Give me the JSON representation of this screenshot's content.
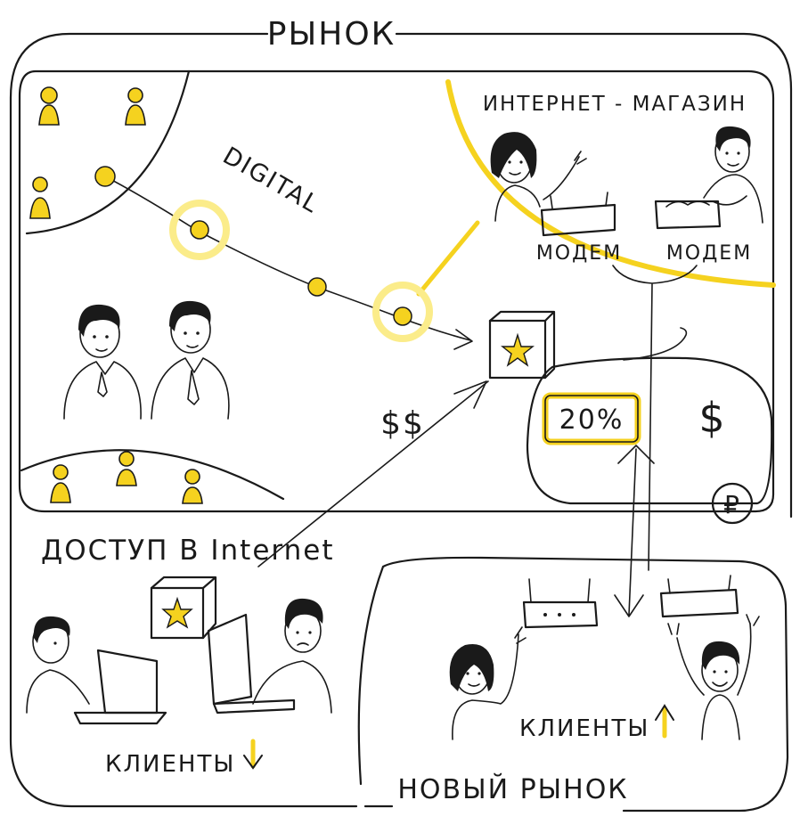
{
  "labels": {
    "market": "РЫНОК",
    "digital": "DIGITAL",
    "online_store": "ИНТЕРНЕТ - МАГАЗИН",
    "modem_left": "МОДЕМ",
    "modem_right": "МОДЕМ",
    "dollars_left": "$$",
    "percent_box": "20%",
    "dollar_right": "$",
    "ruble": "₽",
    "internet_access": "ДОСТУП В Internet",
    "clients_down": "КЛИЕНТЫ",
    "clients_up": "КЛИЕНТЫ",
    "new_market": "НОВЫЙ РЫНОК"
  },
  "colors": {
    "ink": "#1a1a1a",
    "accent": "#f5d21f",
    "accent_glow": "#fbec8a",
    "paper": "#ffffff"
  },
  "icons": {
    "arrow_down": "arrow-down-icon",
    "arrow_up": "arrow-up-icon",
    "star_box": "star-box-icon",
    "modem": "modem-icon",
    "laptop": "laptop-icon"
  }
}
